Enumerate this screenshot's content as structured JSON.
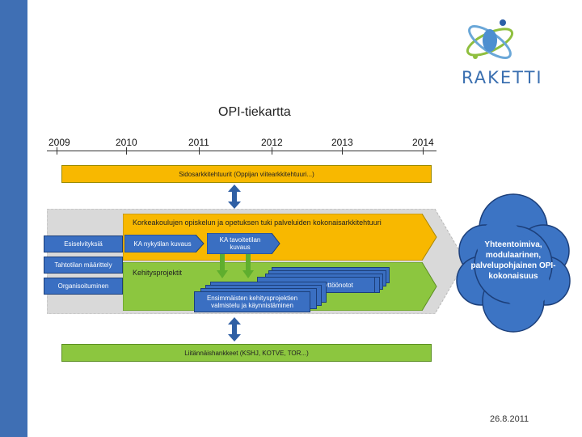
{
  "brand": {
    "logo_text": "RAKETTI"
  },
  "title": "OPI-tiekartta",
  "timeline": {
    "years": [
      "2009",
      "2010",
      "2011",
      "2012",
      "2013",
      "2014"
    ]
  },
  "bands": {
    "top": "Sidosarkkitehtuurit (Oppijan viitearkkitehtuuri...)",
    "architecture": "Korkeakoulujen opiskelun ja opetuksen tuki palveluiden kokonaisarkkitehtuuri",
    "development": "Kehitysprojektit",
    "bottom": "Liitännäishankkeet (KSHJ, KOTVE, TOR...)"
  },
  "left_boxes": [
    "Esiselvityksiä",
    "Tahtotilan määrittely",
    "Organisoituminen"
  ],
  "arrows": {
    "current": "KA nykytilan kuvaus",
    "target": "KA tavoitetilan kuvaus"
  },
  "projects": {
    "first_deployments": "Ensimmäiset käyttöönotot",
    "first_projects": "Ensimmäisten kehitysprojektien valmistelu ja käynnistäminen"
  },
  "cloud": "Yhteentoimiva, modulaarinen, palvelupohjainen OPI-kokonaisuus",
  "date": "26.8.2011",
  "colors": {
    "sidebar": "#3f6fb4",
    "yellow": "#f8b800",
    "green": "#8cc63f",
    "blue": "#3a6fc2",
    "cloud": "#3c74c4"
  }
}
